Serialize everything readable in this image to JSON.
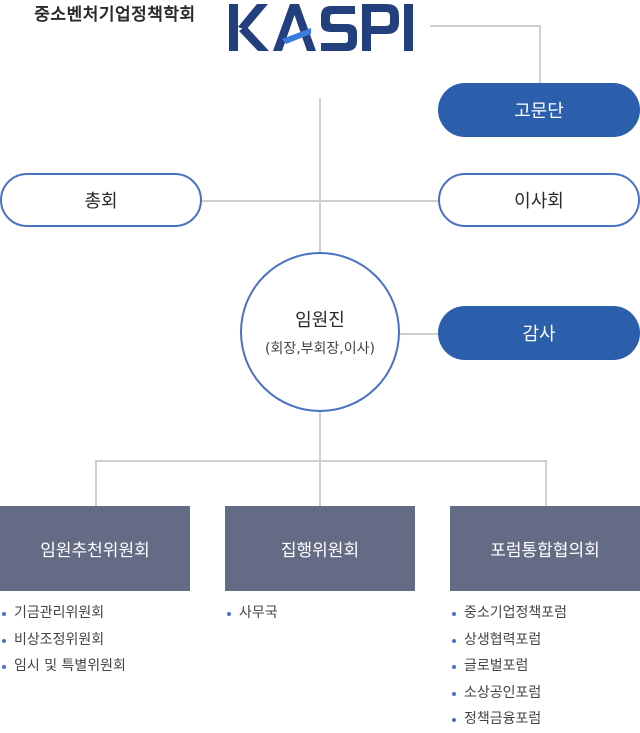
{
  "logo": {
    "word": "KASPI",
    "org_name": "중소벤처기업정책학회"
  },
  "advisory": {
    "label": "고문단"
  },
  "general_assembly": {
    "label": "총회"
  },
  "board": {
    "label": "이사회"
  },
  "executives": {
    "title": "임원진",
    "subtitle": "(회장,부회장,이사)"
  },
  "audit": {
    "label": "감사"
  },
  "committees": [
    {
      "label": "임원추천위원회",
      "items": [
        "기금관리위원회",
        "비상조정위원회",
        "임시 및 특별위원회"
      ]
    },
    {
      "label": "집행위원회",
      "items": [
        "사무국"
      ]
    },
    {
      "label": "포럼통합협의회",
      "items": [
        "중소기업정책포럼",
        "상생협력포럼",
        "글로벌포럼",
        "소상공인포럼",
        "정책금융포럼"
      ]
    }
  ],
  "colors": {
    "primary_blue": "#2b5fab",
    "outline_blue": "#4a72c4",
    "box_gray": "#646b85",
    "line_gray": "#cfcfcf"
  }
}
